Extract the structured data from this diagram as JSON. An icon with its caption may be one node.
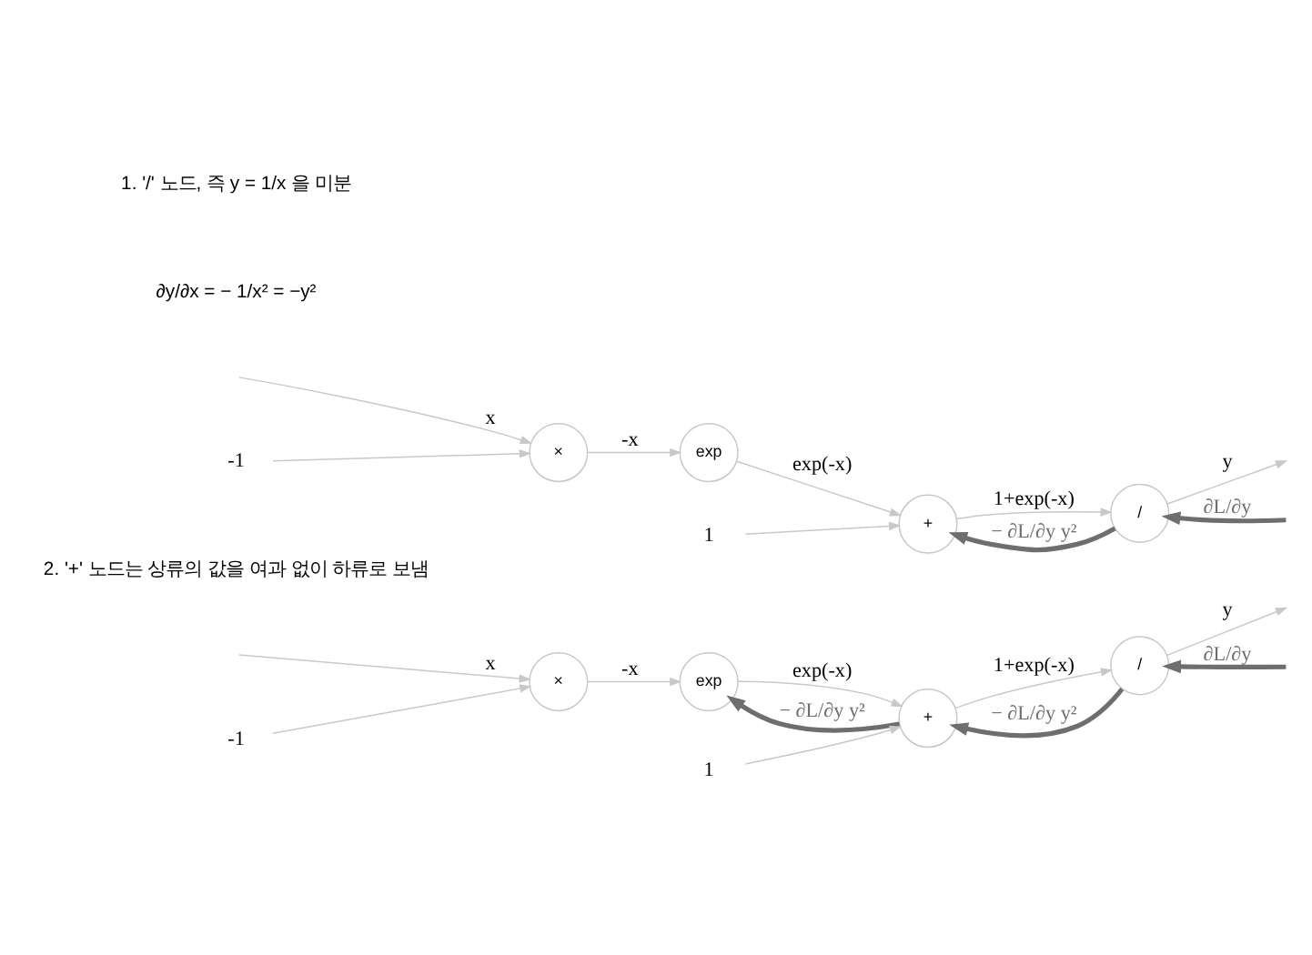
{
  "diagram": {
    "nodes": [
      {
        "text": [
          "×"
        ]
      },
      {
        "text": [
          "exp"
        ]
      },
      {
        "text": [
          "+"
        ]
      },
      {
        "text": [
          "/"
        ]
      },
      {
        "text": [
          "-1"
        ]
      },
      {
        "text": [
          "1"
        ]
      },
      {
        "text": [
          "×"
        ]
      },
      {
        "text": [
          "exp"
        ]
      },
      {
        "text": [
          "+"
        ]
      },
      {
        "text": [
          "/"
        ]
      },
      {
        "text": [
          "-1"
        ]
      },
      {
        "text": [
          "1"
        ]
      }
    ],
    "edges": [
      {
        "from": null,
        "to": 0,
        "arrow": "to",
        "label": "x"
      },
      {
        "from": 4,
        "to": 0,
        "arrow": "to"
      },
      {
        "from": 0,
        "to": 1,
        "arrow": "to",
        "label": "-x"
      },
      {
        "from": 1,
        "to": 2,
        "arrow": "to",
        "label": "exp(-x)"
      },
      {
        "from": 5,
        "to": 2,
        "arrow": "to"
      },
      {
        "from": 2,
        "to": 3,
        "arrow": "to",
        "label": "1+exp(-x)"
      },
      {
        "from": 3,
        "to": null,
        "arrow": "to",
        "label": "y"
      },
      {
        "from": null,
        "to": 3,
        "arrow": "to",
        "label": "∂L/∂y",
        "style": "thick",
        "color": "#6e6e6e"
      },
      {
        "from": 3,
        "to": 2,
        "arrow": "to",
        "label": "− ∂L/∂y y²",
        "style": "thick",
        "color": "#6e6e6e"
      },
      {
        "from": null,
        "to": 6,
        "arrow": "to",
        "label": "x"
      },
      {
        "from": 10,
        "to": 6,
        "arrow": "to"
      },
      {
        "from": 6,
        "to": 7,
        "arrow": "to",
        "label": "-x"
      },
      {
        "from": 7,
        "to": 8,
        "arrow": "to",
        "label": "exp(-x)"
      },
      {
        "from": 11,
        "to": 8,
        "arrow": "to"
      },
      {
        "from": 8,
        "to": 9,
        "arrow": "to",
        "label": "1+exp(-x)"
      },
      {
        "from": 9,
        "to": null,
        "arrow": "to",
        "label": "y"
      },
      {
        "from": null,
        "to": 9,
        "arrow": "to",
        "label": "∂L/∂y",
        "style": "thick",
        "color": "#6e6e6e"
      },
      {
        "from": 9,
        "to": 8,
        "arrow": "to",
        "label": "− ∂L/∂y y²",
        "style": "thick",
        "color": "#6e6e6e"
      },
      {
        "from": 8,
        "to": 7,
        "arrow": "to",
        "label": "− ∂L/∂y y²",
        "style": "thick",
        "color": "#6e6e6e"
      }
    ],
    "labels": [
      "1. '/' 노드, 즉 y = 1/x 을 미분",
      "∂y/∂x = − 1/x² = −y²",
      "2. '+' 노드는 상류의 값을 여과 없이 하류로 보냄"
    ]
  }
}
